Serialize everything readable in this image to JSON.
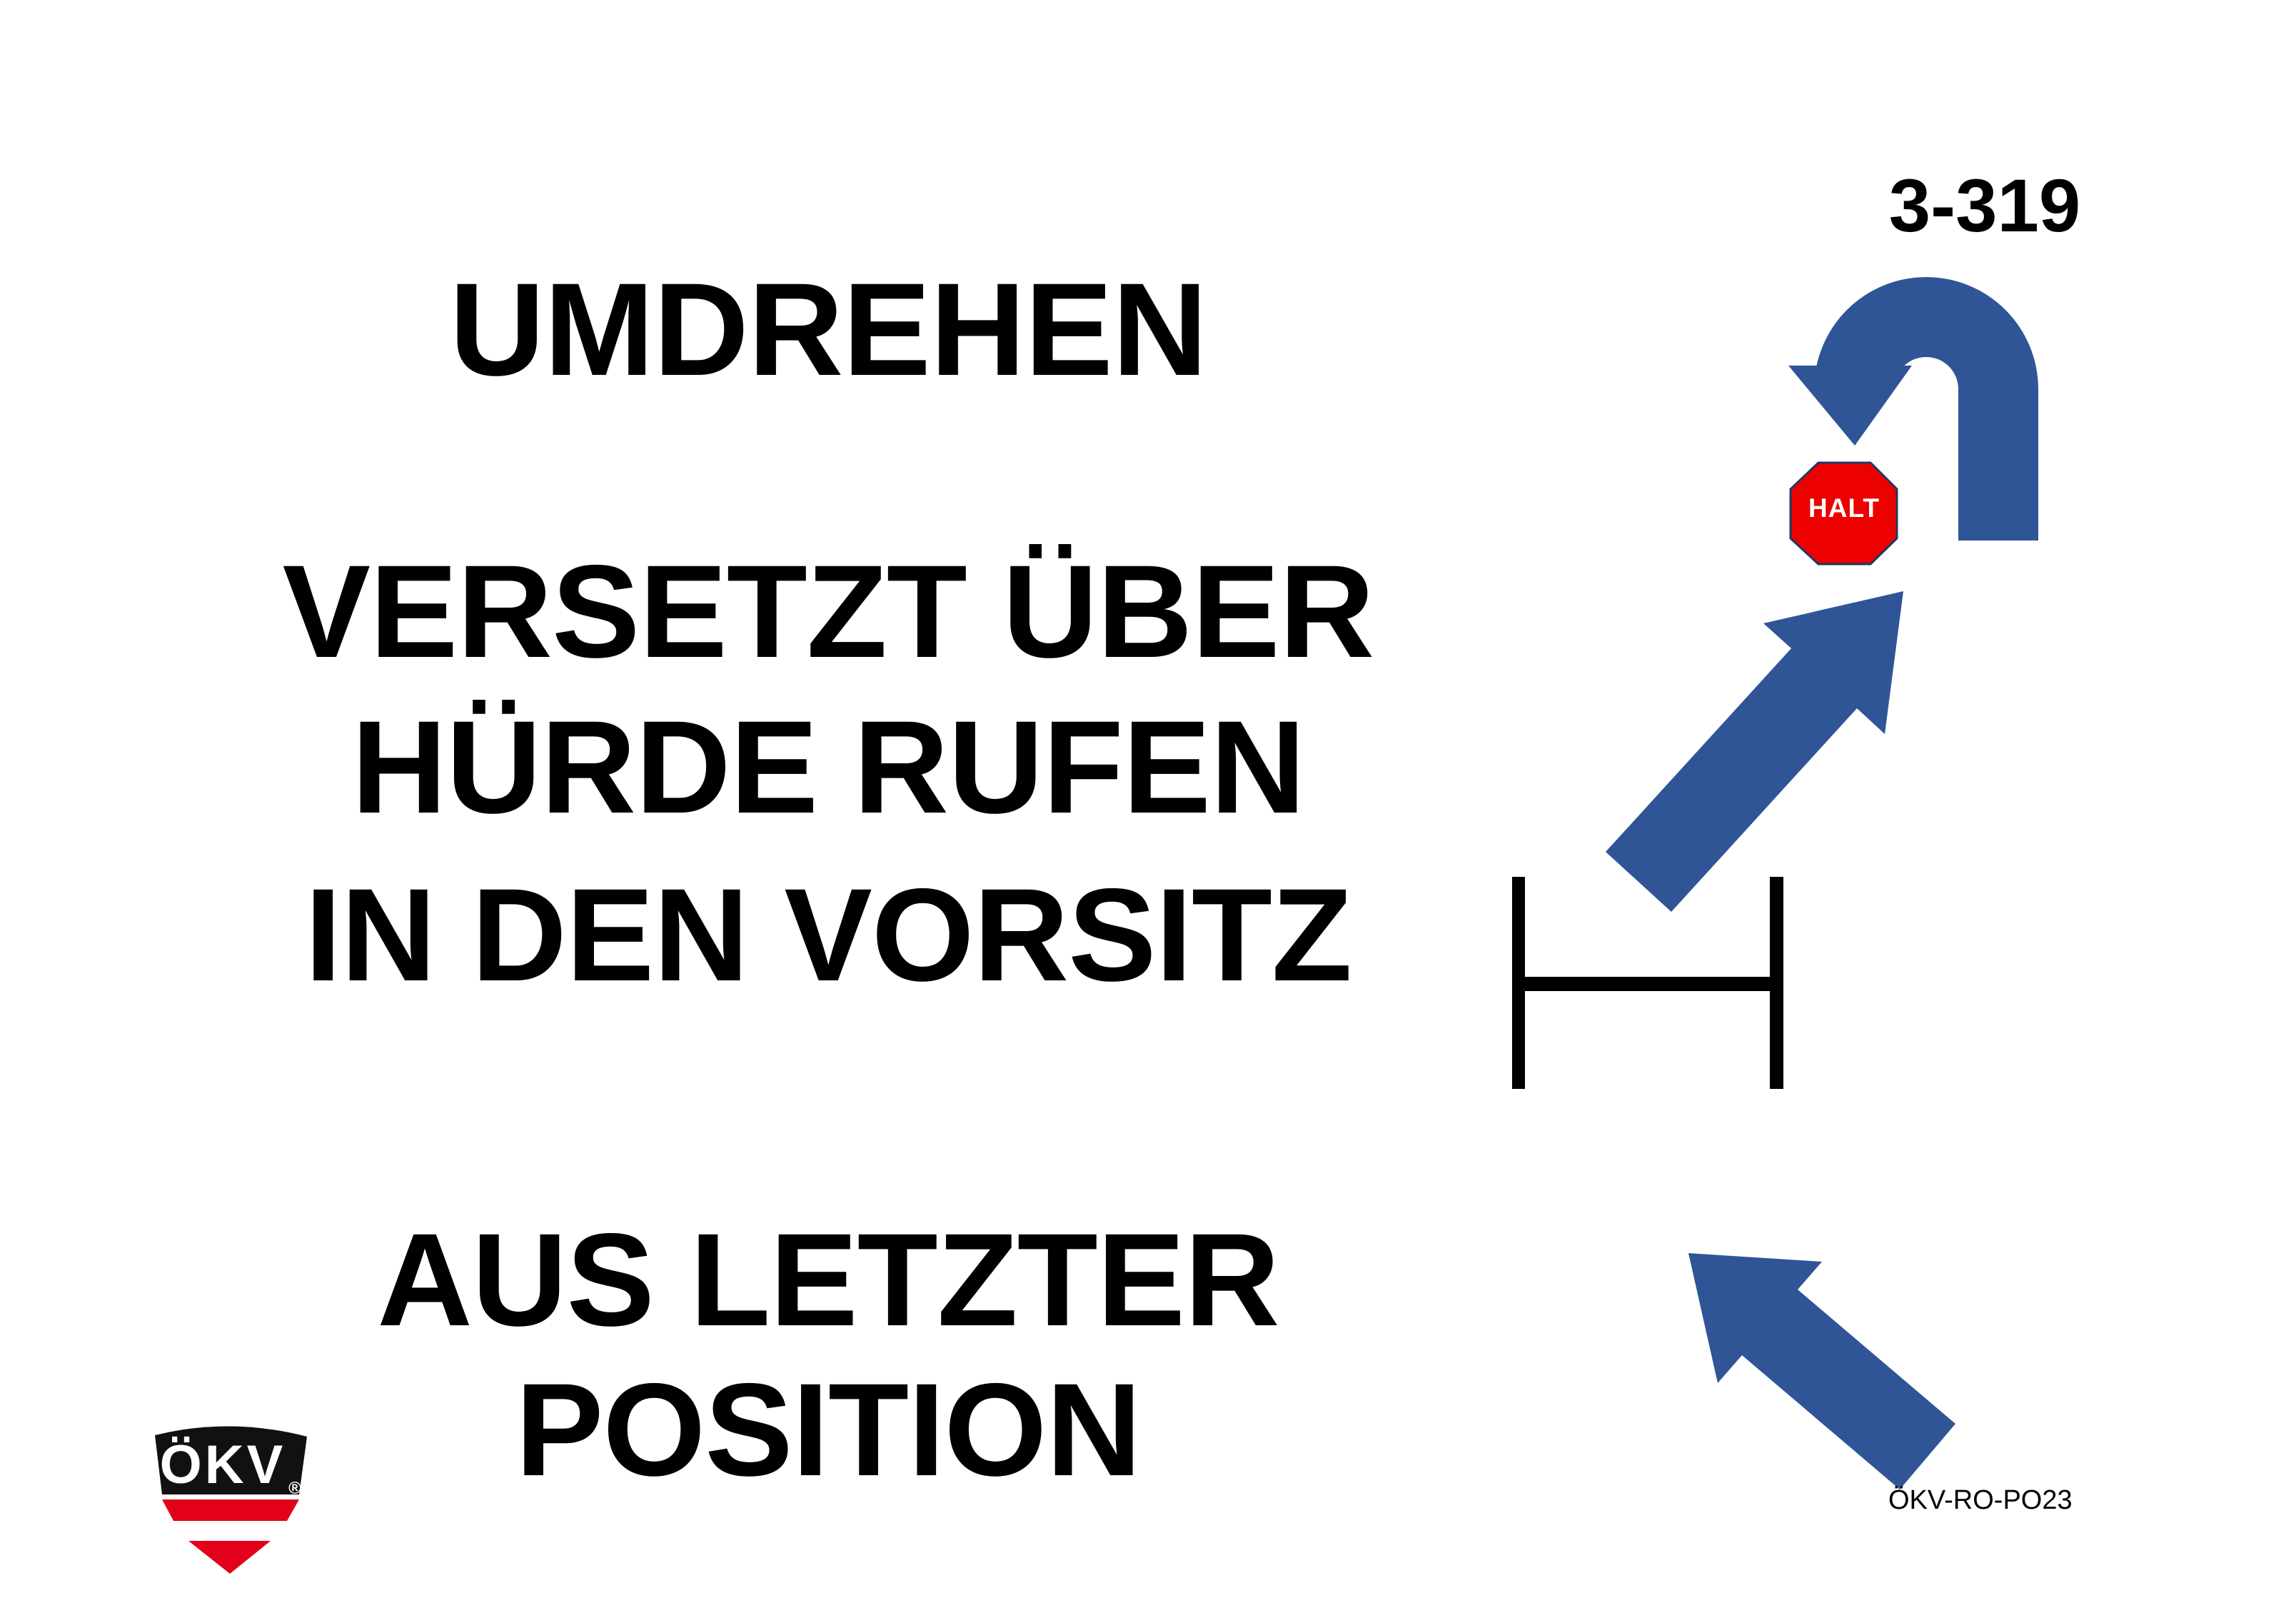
{
  "header": {
    "exercise_code": "3-319"
  },
  "instruction": {
    "line1": "UMDREHEN",
    "line2": "VERSETZT ÜBER",
    "line3": "HÜRDE RUFEN",
    "line4": "IN DEN VORSITZ",
    "line5": "AUS LETZTER",
    "line6": "POSITION"
  },
  "diagram": {
    "halt_label": "HALT",
    "icons": {
      "u_turn_arrow": "u-turn-arrow-icon",
      "halt_sign": "halt-stop-sign-icon",
      "hurdle": "jump-hurdle-icon",
      "ascend_arrow": "ascend-arrow-icon",
      "approach_arrow": "approach-arrow-icon"
    },
    "colors": {
      "arrow_blue": "#2F5597",
      "halt_red": "#EC0000",
      "halt_outline_navy": "#1F3864",
      "hurdle_black": "#000000"
    }
  },
  "footer": {
    "doc_code": "ÖKV-RO-PO23",
    "logo_text": "ÖKV",
    "logo_reg_mark": "®",
    "logo_colors": {
      "black": "#111111",
      "red": "#E2001A",
      "white": "#FFFFFF"
    }
  }
}
